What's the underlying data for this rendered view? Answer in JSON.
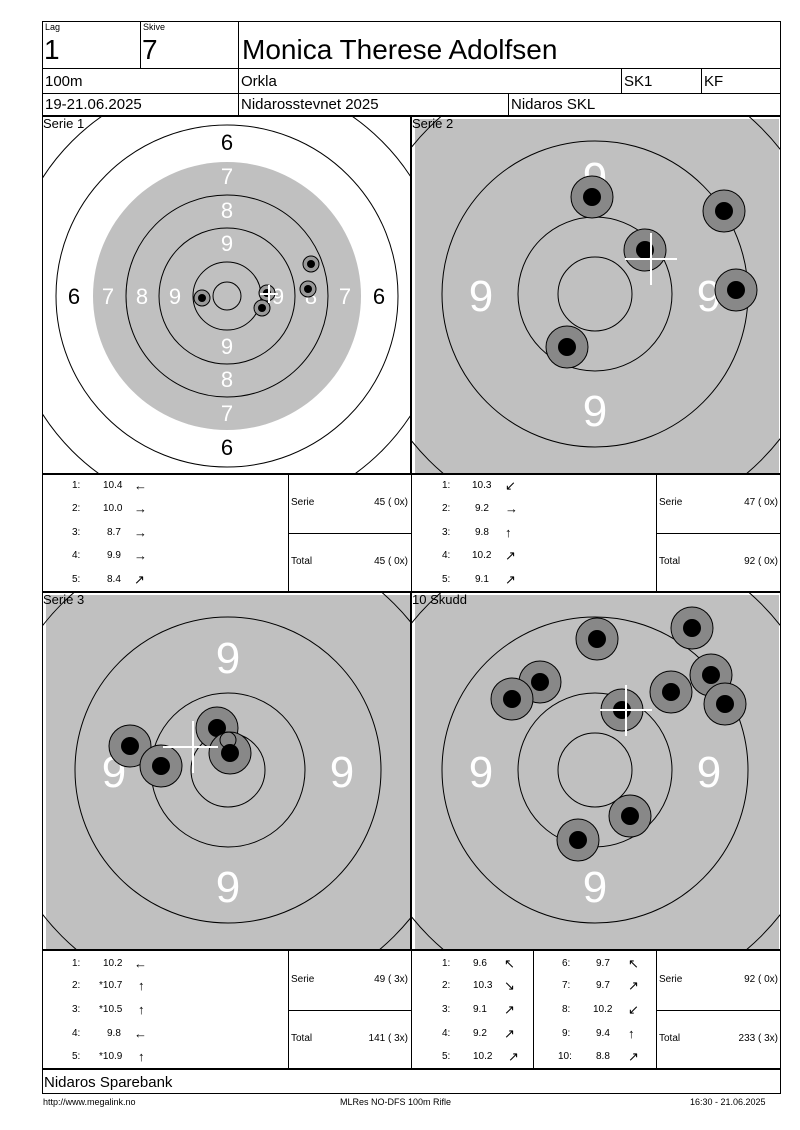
{
  "header": {
    "lag_label": "Lag",
    "lag": "1",
    "skive_label": "Skive",
    "skive": "7",
    "name": "Monica Therese Adolfsen",
    "distance": "100m",
    "club": "Orkla",
    "class": "SK1",
    "category": "KF",
    "date": "19-21.06.2025",
    "event": "Nidarosstevnet 2025",
    "organizer": "Nidaros SKL"
  },
  "panels": [
    {
      "title": "Serie 1",
      "shots": [
        {
          "n": "1:",
          "v": "10.4",
          "dir": "←"
        },
        {
          "n": "2:",
          "v": "10.0",
          "dir": "→"
        },
        {
          "n": "3:",
          "v": "8.7",
          "dir": "→"
        },
        {
          "n": "4:",
          "v": "9.9",
          "dir": "→"
        },
        {
          "n": "5:",
          "v": "8.4",
          "dir": "↗"
        }
      ],
      "serie_label": "Serie",
      "serie_value": "45 ( 0x)",
      "total_label": "Total",
      "total_value": "45 ( 0x)"
    },
    {
      "title": "Serie 2",
      "shots": [
        {
          "n": "1:",
          "v": "10.3",
          "dir": "↙"
        },
        {
          "n": "2:",
          "v": "9.2",
          "dir": "→"
        },
        {
          "n": "3:",
          "v": "9.8",
          "dir": "↑"
        },
        {
          "n": "4:",
          "v": "10.2",
          "dir": "↗"
        },
        {
          "n": "5:",
          "v": "9.1",
          "dir": "↗"
        }
      ],
      "serie_label": "Serie",
      "serie_value": "47 ( 0x)",
      "total_label": "Total",
      "total_value": "92 ( 0x)"
    },
    {
      "title": "Serie 3",
      "shots": [
        {
          "n": "1:",
          "v": "10.2",
          "dir": "←"
        },
        {
          "n": "2:",
          "v": "*10.7",
          "dir": "↑"
        },
        {
          "n": "3:",
          "v": "*10.5",
          "dir": "↑"
        },
        {
          "n": "4:",
          "v": "9.8",
          "dir": "←"
        },
        {
          "n": "5:",
          "v": "*10.9",
          "dir": "↑"
        }
      ],
      "serie_label": "Serie",
      "serie_value": "49 ( 3x)",
      "total_label": "Total",
      "total_value": "141 ( 3x)"
    },
    {
      "title": "10 Skudd",
      "shots": [
        {
          "n": "1:",
          "v": "9.6",
          "dir": "↖"
        },
        {
          "n": "2:",
          "v": "10.3",
          "dir": "↘"
        },
        {
          "n": "3:",
          "v": "9.1",
          "dir": "↗"
        },
        {
          "n": "4:",
          "v": "9.2",
          "dir": "↗"
        },
        {
          "n": "5:",
          "v": "10.2",
          "dir": "↗"
        },
        {
          "n": "6:",
          "v": "9.7",
          "dir": "↖"
        },
        {
          "n": "7:",
          "v": "9.7",
          "dir": "↗"
        },
        {
          "n": "8:",
          "v": "10.2",
          "dir": "↙"
        },
        {
          "n": "9:",
          "v": "9.4",
          "dir": "↑"
        },
        {
          "n": "10:",
          "v": "8.8",
          "dir": "↗"
        }
      ],
      "serie_label": "Serie",
      "serie_value": "92 ( 0x)",
      "total_label": "Total",
      "total_value": "233 ( 3x)"
    }
  ],
  "target_labels": {
    "serie1_rings": [
      "6",
      "7",
      "8",
      "9"
    ],
    "zoom_label": "9"
  },
  "sponsor": "Nidaros Sparebank",
  "footer": {
    "url": "http://www.megalink.no",
    "software": "MLRes NO-DFS 100m Rifle",
    "timestamp": "16:30 - 21.06.2025"
  }
}
